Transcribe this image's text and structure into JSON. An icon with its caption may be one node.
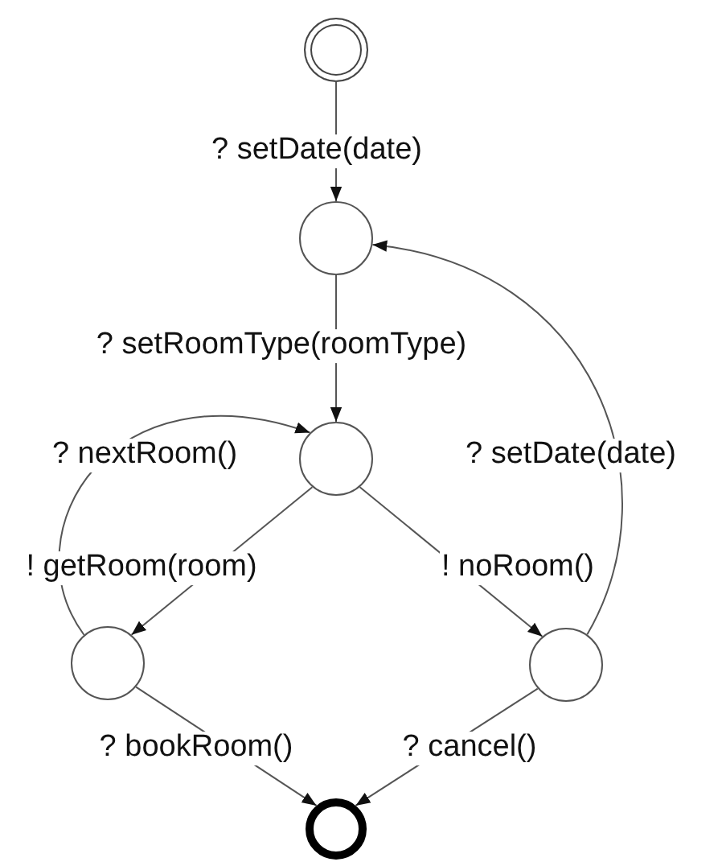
{
  "diagram": {
    "nodes": [
      {
        "text": [],
        "shape": "circle"
      },
      {
        "text": [],
        "shape": "circle"
      },
      {
        "text": [],
        "shape": "circle"
      },
      {
        "text": [],
        "shape": "circle"
      },
      {
        "text": [],
        "shape": "circle"
      },
      {
        "text": [],
        "shape": "circle"
      }
    ],
    "edges": [
      {
        "from": 0,
        "to": 1,
        "arrow": "to",
        "label": "? setDate(date)"
      },
      {
        "from": 1,
        "to": 2,
        "arrow": "to",
        "label": "? setRoomType(roomType)"
      },
      {
        "from": 3,
        "to": 2,
        "arrow": "to",
        "label": "? nextRoom()"
      },
      {
        "from": 4,
        "to": 1,
        "arrow": "to",
        "label": "? setDate(date)"
      },
      {
        "from": 2,
        "to": 3,
        "arrow": "to",
        "label": "! getRoom(room)"
      },
      {
        "from": 2,
        "to": 4,
        "arrow": "to",
        "label": "! noRoom()"
      },
      {
        "from": 3,
        "to": 5,
        "arrow": "to",
        "label": "? bookRoom()"
      },
      {
        "from": 4,
        "to": 5,
        "arrow": "to",
        "label": "? cancel()"
      }
    ]
  }
}
